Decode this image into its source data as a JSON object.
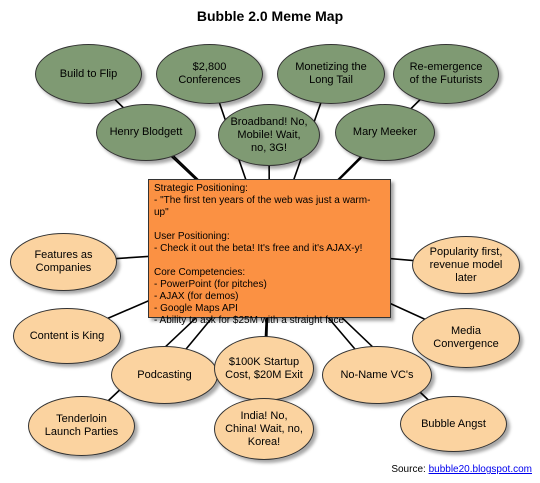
{
  "title": "Bubble 2.0 Meme Map",
  "core": {
    "sections": [
      {
        "heading": "Strategic Positioning:",
        "lines": [
          "- \"The first ten years of the web was just a warm-up\""
        ]
      },
      {
        "heading": "User Positioning:",
        "lines": [
          "- Check it out the beta! It's free and it's AJAX-y!"
        ]
      },
      {
        "heading": "Core Competencies:",
        "lines": [
          "- PowerPoint (for pitches)",
          "- AJAX (for demos)",
          "- Google Maps API",
          "- Ability to ask for $25M with a straight face"
        ]
      }
    ]
  },
  "nodes": [
    {
      "id": "build-to-flip",
      "label": "Build to Flip",
      "color": "green"
    },
    {
      "id": "2800-conferences",
      "label": "$2,800 Conferences",
      "color": "green"
    },
    {
      "id": "monetizing-long-tail",
      "label": "Monetizing the Long Tail",
      "color": "green"
    },
    {
      "id": "re-emergence-futurists",
      "label": "Re-emergence of the Futurists",
      "color": "green"
    },
    {
      "id": "henry-blodgett",
      "label": "Henry Blodgett",
      "color": "green"
    },
    {
      "id": "broadband-mobile-3g",
      "label": "Broadband! No, Mobile! Wait, no, 3G!",
      "color": "green"
    },
    {
      "id": "mary-meeker",
      "label": "Mary Meeker",
      "color": "green"
    },
    {
      "id": "features-as-companies",
      "label": "Features as Companies",
      "color": "peach"
    },
    {
      "id": "popularity-first",
      "label": "Popularity first, revenue model later",
      "color": "peach"
    },
    {
      "id": "content-is-king",
      "label": "Content is King",
      "color": "peach"
    },
    {
      "id": "media-convergence",
      "label": "Media Convergence",
      "color": "peach"
    },
    {
      "id": "podcasting",
      "label": "Podcasting",
      "color": "peach"
    },
    {
      "id": "100k-startup",
      "label": "$100K Startup Cost, $20M Exit",
      "color": "peach"
    },
    {
      "id": "no-name-vcs",
      "label": "No-Name VC's",
      "color": "peach"
    },
    {
      "id": "tenderloin-launch-parties",
      "label": "Tenderloin Launch Parties",
      "color": "peach"
    },
    {
      "id": "india-china-korea",
      "label": "India! No, China! Wait, no, Korea!",
      "color": "peach"
    },
    {
      "id": "bubble-angst",
      "label": "Bubble Angst",
      "color": "peach"
    }
  ],
  "source": {
    "prefix": "Source: ",
    "link": "bubble20.blogspot.com"
  }
}
